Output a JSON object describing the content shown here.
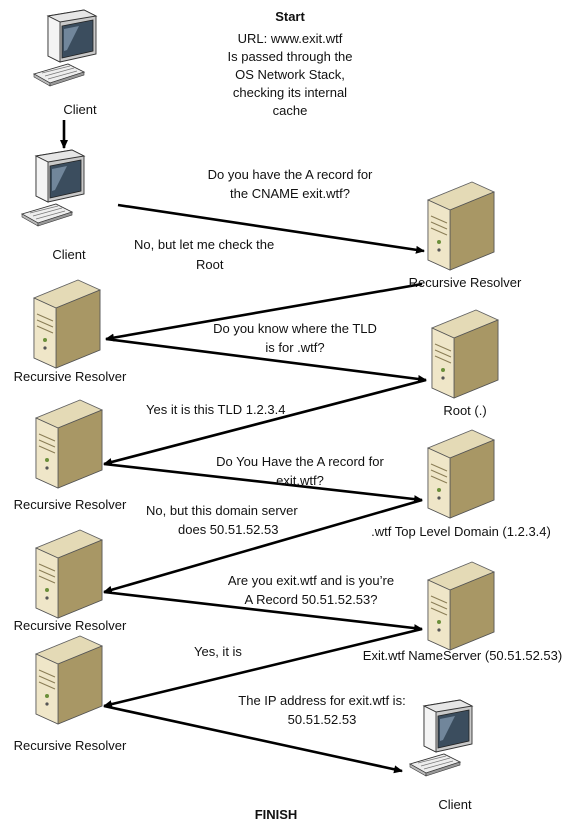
{
  "header": {
    "start_title": "Start",
    "start_text": [
      "URL: www.exit.wtf",
      "Is passed through the",
      "OS Network Stack,",
      "checking its internal",
      "cache"
    ]
  },
  "nodes": {
    "client_top": "Client",
    "client_second": "Client",
    "recursive_resolver_1": "Recursive Resolver",
    "recursive_resolver_2": "Recursive Resolver",
    "root": "Root (.)",
    "recursive_resolver_3": "Recursive Resolver",
    "tld": ".wtf Top Level Domain (1.2.3.4)",
    "recursive_resolver_4": "Recursive Resolver",
    "nameserver": "Exit.wtf NameServer (50.51.52.53)",
    "recursive_resolver_5": "Recursive Resolver",
    "client_final": "Client"
  },
  "messages": {
    "ask_cname": [
      "Do you have the A record for",
      "the CNAME exit.wtf?"
    ],
    "check_root": [
      "No, but let me check the",
      "Root"
    ],
    "ask_tld": [
      "Do you know where the TLD",
      "is for .wtf?"
    ],
    "tld_answer": "Yes it is this TLD 1.2.3.4",
    "ask_a_record": [
      "Do You Have the A record for",
      "exit.wtf?"
    ],
    "domain_server": [
      "No, but this domain server",
      "does 50.51.52.53"
    ],
    "ask_exit": [
      "Are you exit.wtf and is you’re",
      "A Record 50.51.52.53?"
    ],
    "yes_it_is": "Yes, it is",
    "ip_answer": [
      "The IP address for exit.wtf is:",
      "50.51.52.53"
    ]
  },
  "footer": {
    "finish": "FINISH"
  },
  "colors": {
    "server_front": "#efe6c8",
    "server_side": "#bfb084",
    "server_top": "#d9cda4",
    "monitor_screen": "#3b4d5e",
    "line": "#000000"
  }
}
